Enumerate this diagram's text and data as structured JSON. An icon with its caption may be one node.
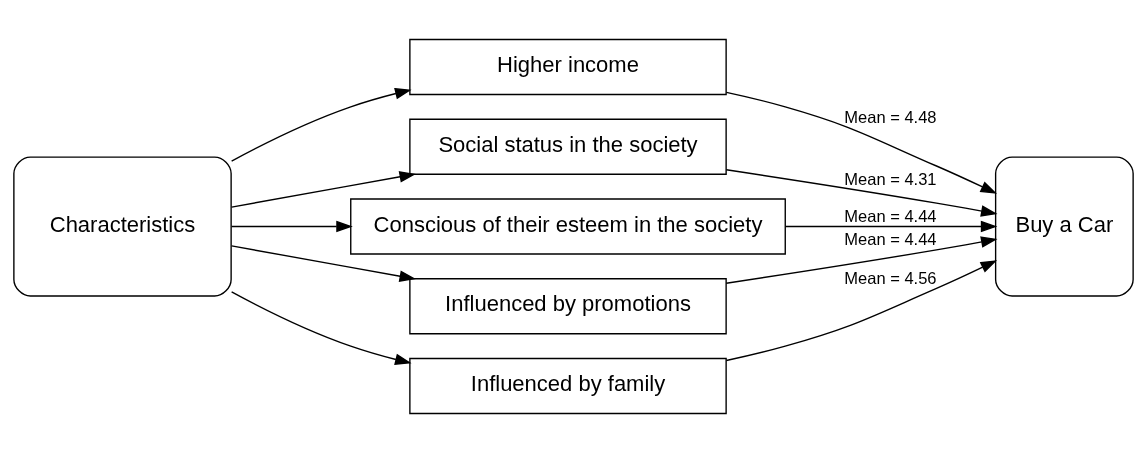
{
  "diagram": {
    "nodes": [
      {
        "text": [
          "Characteristics"
        ]
      },
      {
        "text": [
          "Higher income"
        ]
      },
      {
        "text": [
          "Social status in the society"
        ]
      },
      {
        "text": [
          "Conscious of their esteem in the society"
        ]
      },
      {
        "text": [
          "Influenced by promotions"
        ]
      },
      {
        "text": [
          "Influenced by family"
        ]
      },
      {
        "text": [
          "Buy a Car"
        ]
      }
    ],
    "edges": [
      {
        "from": 0,
        "to": 1,
        "arrow": "to"
      },
      {
        "from": 0,
        "to": 2,
        "arrow": "to"
      },
      {
        "from": 0,
        "to": 3,
        "arrow": "to"
      },
      {
        "from": 0,
        "to": 4,
        "arrow": "to"
      },
      {
        "from": 0,
        "to": 5,
        "arrow": "to"
      },
      {
        "from": 1,
        "to": 6,
        "arrow": "to",
        "label": "Mean = 4.48"
      },
      {
        "from": 2,
        "to": 6,
        "arrow": "to",
        "label": "Mean = 4.31"
      },
      {
        "from": 3,
        "to": 6,
        "arrow": "to",
        "label": "Mean = 4.44"
      },
      {
        "from": 4,
        "to": 6,
        "arrow": "to",
        "label": "Mean = 4.44"
      },
      {
        "from": 5,
        "to": 6,
        "arrow": "to",
        "label": "Mean = 4.56"
      }
    ]
  }
}
